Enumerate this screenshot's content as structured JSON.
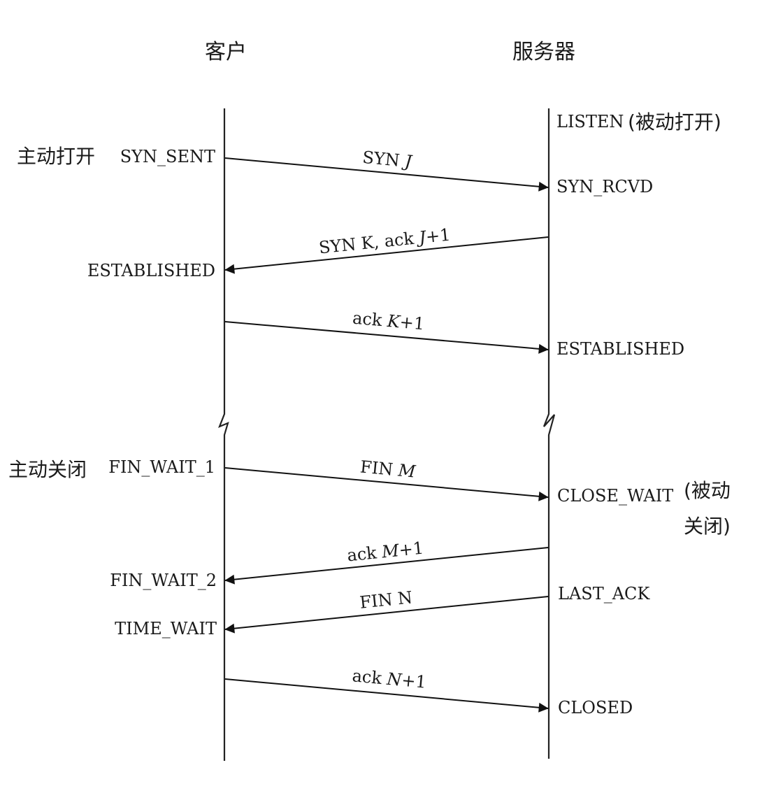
{
  "headers": {
    "client": "客户",
    "server": "服务器"
  },
  "client_labels": {
    "active_open": "主动打开",
    "syn_sent": "SYN_SENT",
    "established": "ESTABLISHED",
    "active_close": "主动关闭",
    "fin_wait_1": "FIN_WAIT_1",
    "fin_wait_2": "FIN_WAIT_2",
    "time_wait": "TIME_WAIT"
  },
  "server_labels": {
    "listen": "LISTEN",
    "passive_open": "(被动打开)",
    "syn_rcvd": "SYN_RCVD",
    "established": "ESTABLISHED",
    "close_wait": "CLOSE_WAIT",
    "passive_close_1": "(被动",
    "passive_close_2": "关闭)",
    "last_ack": "LAST_ACK",
    "closed": "CLOSED"
  },
  "segments": {
    "syn_j": {
      "main": "SYN",
      "var": "J"
    },
    "syn_k_ack": {
      "main": "SYN K, ack",
      "var": "J",
      "suffix": "+1"
    },
    "ack_k": {
      "main": "ack",
      "var": "K",
      "suffix": "+1"
    },
    "fin_m": {
      "main": "FIN",
      "var": "M"
    },
    "ack_m": {
      "main": "ack",
      "var": "M",
      "suffix": "+1"
    },
    "fin_n": {
      "main": "FIN N"
    },
    "ack_n": {
      "main": "ack",
      "var": "N",
      "suffix": "+1"
    }
  }
}
